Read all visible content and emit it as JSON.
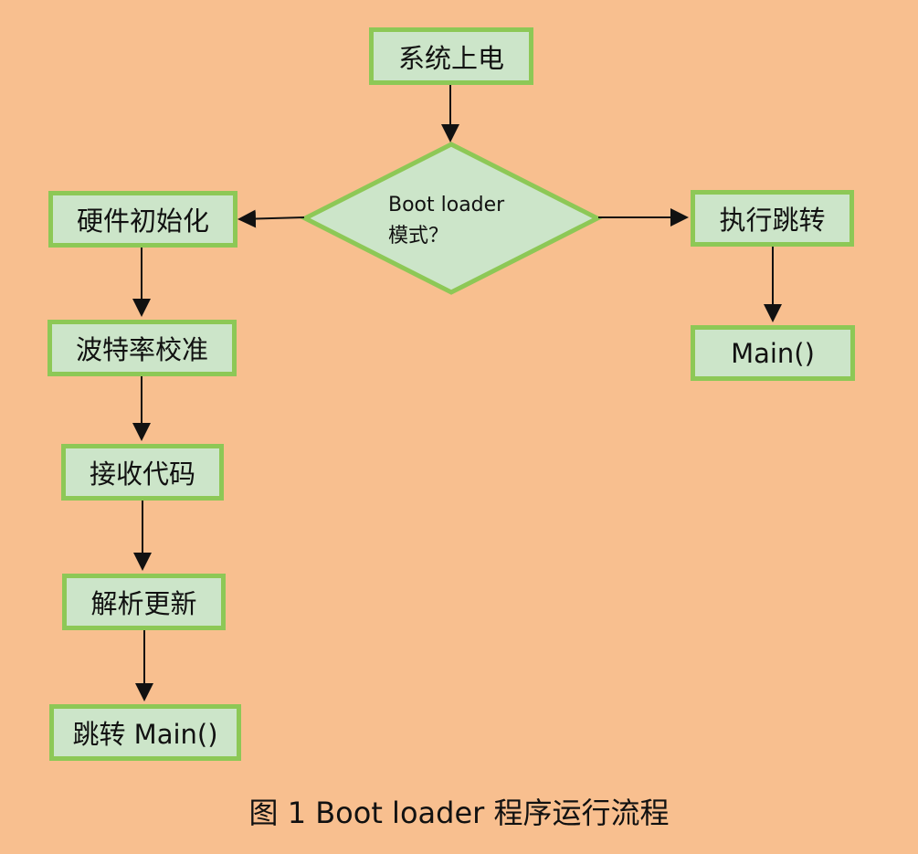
{
  "diagram": {
    "nodes": {
      "power_on": "系统上电",
      "decision_line1": "Boot  loader",
      "decision_line2": "模式？",
      "hardware_init": "硬件初始化",
      "baud_calibration": "波特率校准",
      "receive_code": "接收代码",
      "parse_update": "解析更新",
      "jump_main_left": "跳转 Main()",
      "execute_jump": "执行跳转",
      "main_right": "Main()"
    },
    "caption": "图 1 Boot loader 程序运行流程",
    "colors": {
      "background": "#F8BF8F",
      "node_fill": "#CCE5C9",
      "node_border": "#8DC856",
      "text": "#111111",
      "arrow": "#111111"
    }
  }
}
